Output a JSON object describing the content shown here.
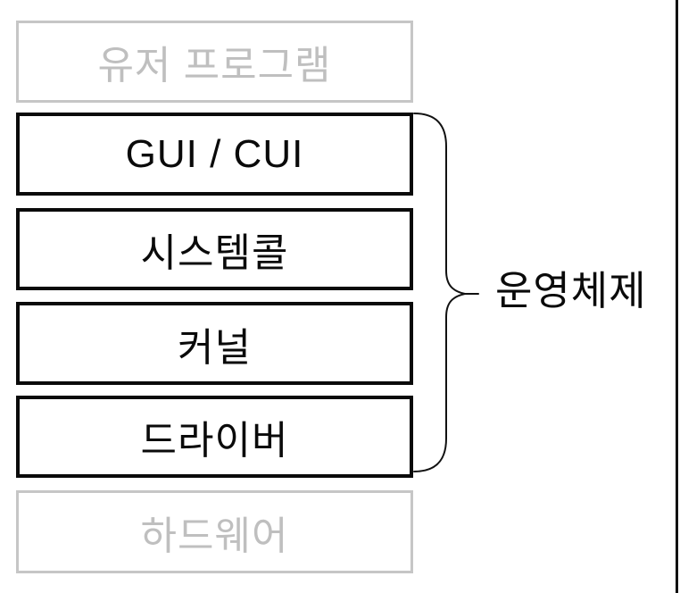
{
  "diagram": {
    "layers": [
      {
        "label": "유저 프로그램",
        "style": "muted"
      },
      {
        "label": "GUI / CUI",
        "style": "solid"
      },
      {
        "label": "시스템콜",
        "style": "solid"
      },
      {
        "label": "커널",
        "style": "solid"
      },
      {
        "label": "드라이버",
        "style": "solid"
      },
      {
        "label": "하드웨어",
        "style": "muted"
      }
    ],
    "group_label": "운영체제",
    "colors": {
      "solid_border": "#0a0a0a",
      "muted_border": "#c6c6c6",
      "muted_text": "#bfbfbf",
      "text": "#0a0a0a",
      "background": "#ffffff"
    }
  }
}
